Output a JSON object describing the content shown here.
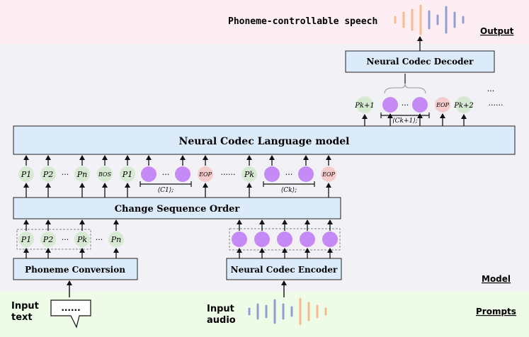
{
  "output": {
    "title": "Phoneme-controllable speech",
    "band_label": "Output"
  },
  "model": {
    "band_label": "Model",
    "decoder": "Neural Codec Decoder",
    "language_model": "Neural Codec Language model",
    "change_order": "Change Sequence Order",
    "phoneme_conversion": "Phoneme Conversion",
    "codec_encoder": "Neural Codec Encoder"
  },
  "prompts": {
    "band_label": "Prompts",
    "input_text": "Input\ntext",
    "input_audio": "Input\naudio",
    "text_dots": "......"
  },
  "tokens": {
    "bottom_row": [
      "P1",
      "P2",
      "Pk",
      "Pn"
    ],
    "mid_row": [
      "P1",
      "P2",
      "Pn",
      "BOS",
      "P1",
      "EOP",
      "Pk",
      "EOP"
    ],
    "top_row": [
      "Pk+1",
      "EOP",
      "Pk+2"
    ],
    "c1": "⟨C1⟩;",
    "ck": "⟨Ck⟩;",
    "ck1": "⟨Ck+1⟩;",
    "dots_short": "···",
    "dots_long": "······"
  },
  "colors": {
    "output_band": "#fdeef3",
    "model_band": "#f1f1f5",
    "prompt_band": "#eefbe6",
    "box_fill": "#dcebfa",
    "phoneme_token": "#d6ead3",
    "eop_token": "#f6cdcd",
    "codec_token": "#c58af5",
    "wave_orange": "#f7b98e",
    "wave_blue": "#8f9fd0"
  }
}
